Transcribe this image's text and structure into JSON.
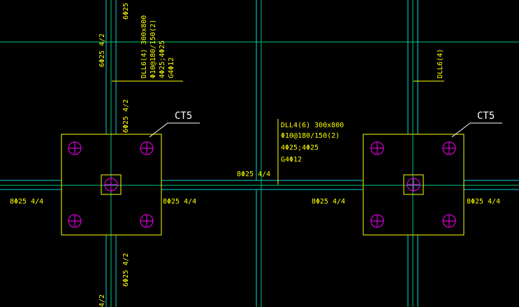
{
  "colors": {
    "background": "#000000",
    "axis": "#00c878",
    "beam": "#00d8d8",
    "cap": "#ffff00",
    "pile": "#ff00ff",
    "text": "#ffff00",
    "tag": "#ffffff"
  },
  "caps": {
    "left": {
      "name": "CT5"
    },
    "right": {
      "name": "CT5"
    }
  },
  "beam_notes": {
    "mid": [
      "DLL4(6) 300x800",
      "Φ10@180/150(2)",
      "4Φ25;4Φ25",
      "G4Φ12"
    ],
    "left_vertical": [
      "DLL6(4) 300x800",
      "Φ10@180/150(2)",
      "4Φ25;4Φ25",
      "G4Φ12"
    ],
    "right_vertical": [
      "DLL6(4)"
    ]
  },
  "rebar": {
    "top_left_a": "6Φ25",
    "top_left_b": "6Φ25 4/2",
    "left_upper": "6Φ25 4/2",
    "horizontal_far_left": "8Φ25 4/4",
    "horizontal_after_left_cap": "8Φ25 4/4",
    "horizontal_mid": "8Φ25 4/4",
    "horizontal_mid_right": "8Φ25 4/4",
    "horizontal_right": "8Φ25 4/4",
    "bottom_left": "6Φ25 4/2",
    "bottom_edge": "4/2"
  }
}
